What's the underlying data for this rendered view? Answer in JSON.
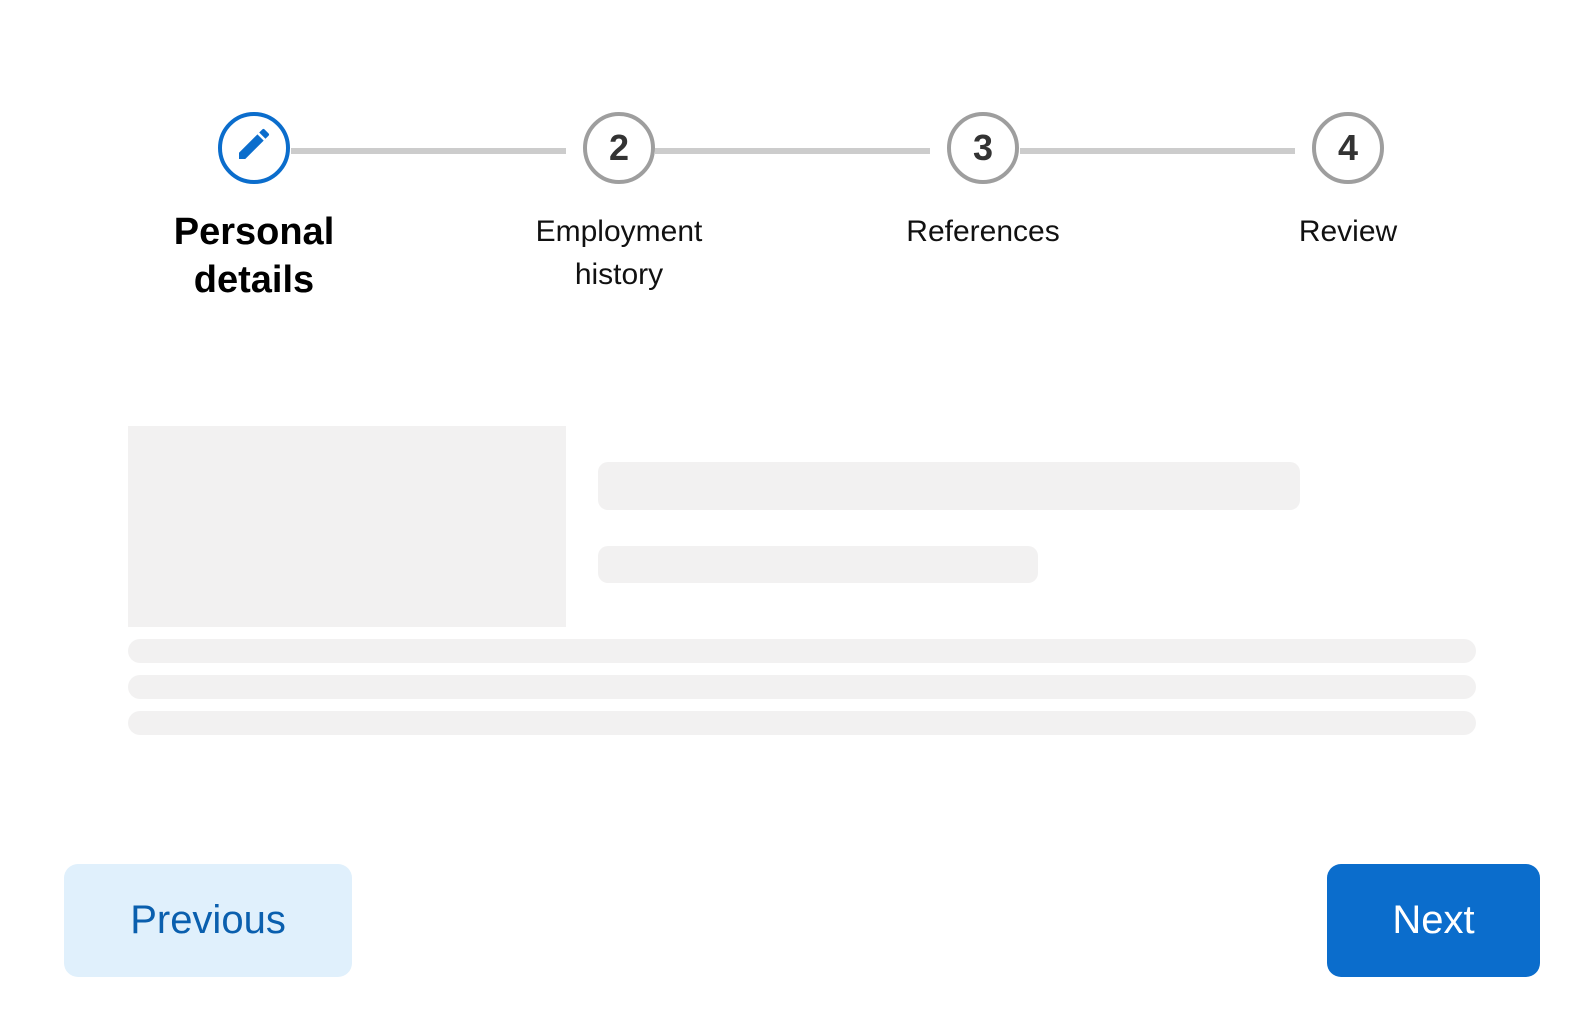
{
  "stepper": {
    "steps": [
      {
        "number": "",
        "label_line1": "Personal",
        "label_line2": "details",
        "icon": "pencil-icon",
        "state": "active"
      },
      {
        "number": "2",
        "label_line1": "Employment",
        "label_line2": "history",
        "state": "upcoming"
      },
      {
        "number": "3",
        "label_line1": "References",
        "label_line2": "",
        "state": "upcoming"
      },
      {
        "number": "4",
        "label_line1": "Review",
        "label_line2": "",
        "state": "upcoming"
      }
    ]
  },
  "navigation": {
    "previous_label": "Previous",
    "next_label": "Next"
  },
  "colors": {
    "accent": "#0b6dcc",
    "secondary_button_bg": "#e0f0fc",
    "secondary_button_text": "#0a5fae",
    "step_inactive_border": "#9e9e9e",
    "connector": "#cccccc",
    "skeleton": "#f2f1f1"
  }
}
